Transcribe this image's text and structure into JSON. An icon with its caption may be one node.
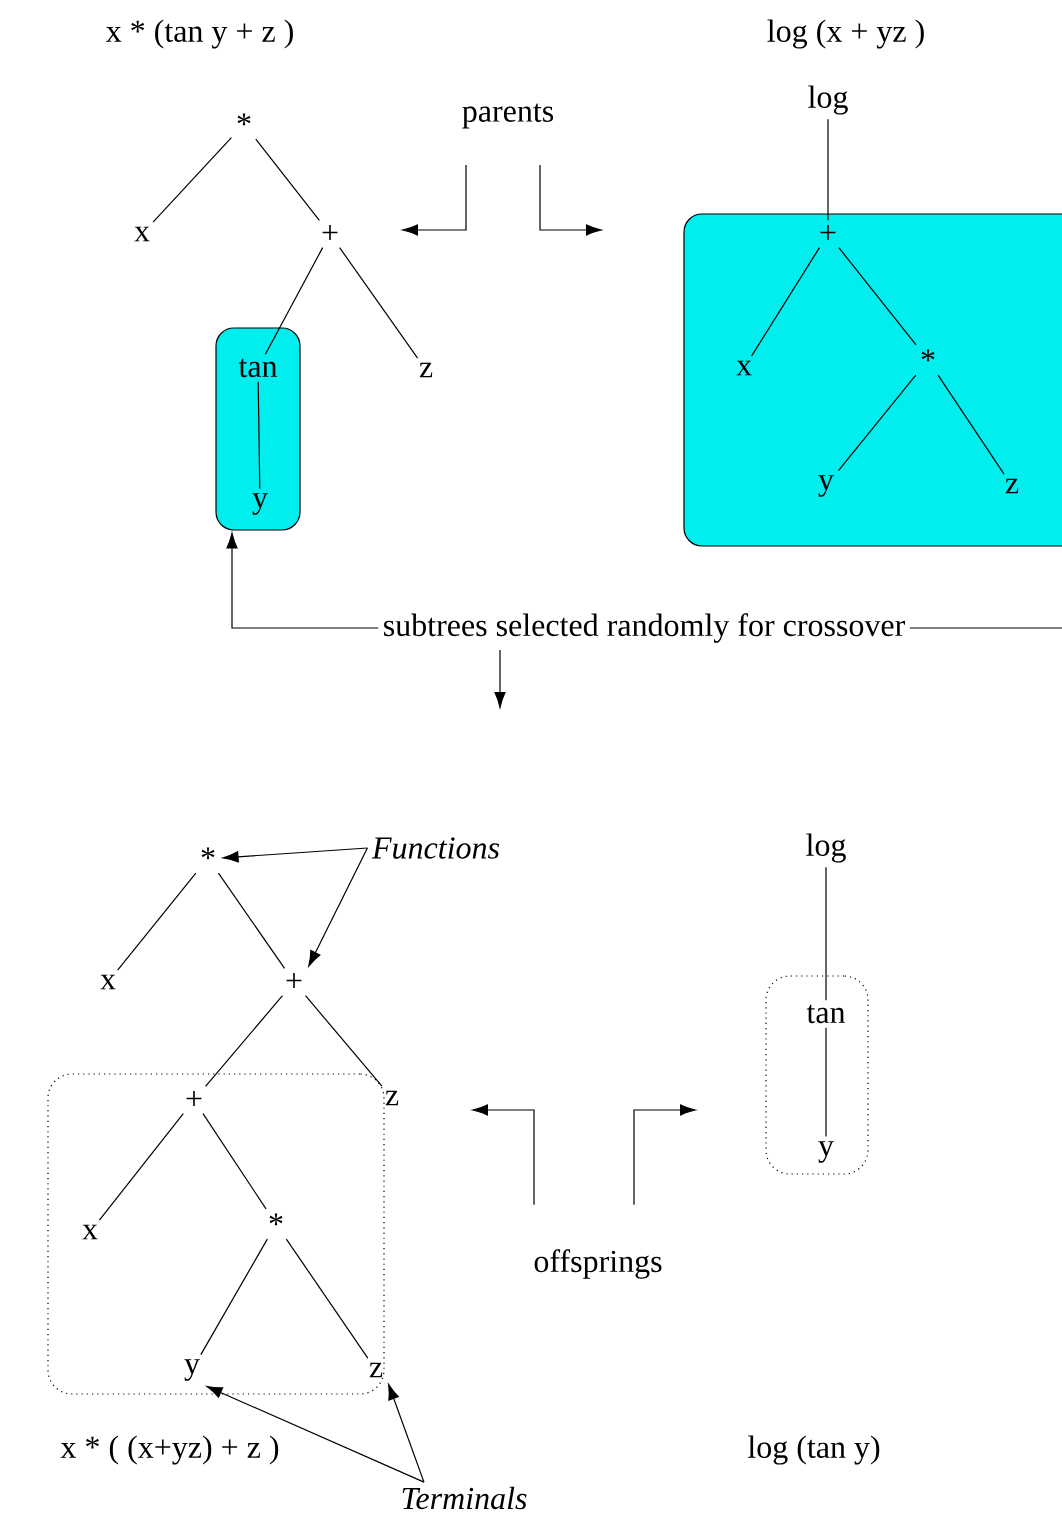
{
  "diagram": {
    "nodes": [
      {
        "text": [
          "*"
        ]
      },
      {
        "text": [
          "x"
        ]
      },
      {
        "text": [
          "+"
        ]
      },
      {
        "text": [],
        "shape": "box"
      },
      {
        "text": [
          "tan"
        ],
        "in": 3
      },
      {
        "text": [
          "y"
        ],
        "in": 3
      },
      {
        "text": [
          "z"
        ]
      },
      {
        "text": [
          "log"
        ]
      },
      {
        "text": [],
        "shape": "box"
      },
      {
        "text": [
          "+"
        ],
        "in": 8
      },
      {
        "text": [
          "x"
        ],
        "in": 8
      },
      {
        "text": [
          "*"
        ],
        "in": 8
      },
      {
        "text": [
          "y"
        ],
        "in": 8
      },
      {
        "text": [
          "z"
        ],
        "in": 8
      },
      {
        "text": [
          "parents"
        ]
      },
      {
        "text": [
          "subtrees selected randomly for crossover"
        ]
      },
      {
        "text": [
          "*"
        ]
      },
      {
        "text": [
          "x"
        ]
      },
      {
        "text": [
          "+"
        ]
      },
      {
        "text": [],
        "shape": "box"
      },
      {
        "text": [
          "+"
        ],
        "in": 19
      },
      {
        "text": [
          "z"
        ]
      },
      {
        "text": [
          "x"
        ],
        "in": 19
      },
      {
        "text": [
          "*"
        ],
        "in": 19
      },
      {
        "text": [
          "y"
        ],
        "in": 19
      },
      {
        "text": [
          "z"
        ],
        "in": 19
      },
      {
        "text": [
          "Functions"
        ]
      },
      {
        "text": [
          "Terminals"
        ]
      },
      {
        "text": [
          "log"
        ]
      },
      {
        "text": [],
        "shape": "box"
      },
      {
        "text": [
          "tan"
        ],
        "in": 29
      },
      {
        "text": [
          "y"
        ],
        "in": 29
      },
      {
        "text": [
          "offsprings"
        ]
      }
    ],
    "edges": [
      {
        "from": 0,
        "to": 1,
        "arrow": "none"
      },
      {
        "from": 0,
        "to": 2,
        "arrow": "none"
      },
      {
        "from": 2,
        "to": 4,
        "arrow": "none"
      },
      {
        "from": 2,
        "to": 6,
        "arrow": "none"
      },
      {
        "from": 4,
        "to": 5,
        "arrow": "none"
      },
      {
        "from": 7,
        "to": 9,
        "arrow": "none"
      },
      {
        "from": 9,
        "to": 10,
        "arrow": "none"
      },
      {
        "from": 9,
        "to": 11,
        "arrow": "none"
      },
      {
        "from": 11,
        "to": 12,
        "arrow": "none"
      },
      {
        "from": 11,
        "to": 13,
        "arrow": "none"
      },
      {
        "from": 16,
        "to": 17,
        "arrow": "none"
      },
      {
        "from": 16,
        "to": 18,
        "arrow": "none"
      },
      {
        "from": 18,
        "to": 20,
        "arrow": "none"
      },
      {
        "from": 18,
        "to": 21,
        "arrow": "none"
      },
      {
        "from": 20,
        "to": 22,
        "arrow": "none"
      },
      {
        "from": 20,
        "to": 23,
        "arrow": "none"
      },
      {
        "from": 23,
        "to": 24,
        "arrow": "none"
      },
      {
        "from": 23,
        "to": 25,
        "arrow": "none"
      },
      {
        "from": 28,
        "to": 30,
        "arrow": "none"
      },
      {
        "from": 30,
        "to": 31,
        "arrow": "none"
      },
      {
        "from": 14,
        "to": null,
        "arrow": "to"
      },
      {
        "from": 14,
        "to": null,
        "arrow": "to"
      },
      {
        "from": 15,
        "to": 3,
        "arrow": "to"
      },
      {
        "from": 15,
        "to": 8,
        "arrow": "none"
      },
      {
        "from": 26,
        "to": 16,
        "arrow": "to"
      },
      {
        "from": 26,
        "to": 18,
        "arrow": "to"
      },
      {
        "from": 27,
        "to": 24,
        "arrow": "to"
      },
      {
        "from": 27,
        "to": 25,
        "arrow": "to"
      },
      {
        "from": 32,
        "to": null,
        "arrow": "to"
      },
      {
        "from": 32,
        "to": null,
        "arrow": "to"
      }
    ],
    "labels": [
      "x * (tan y + z )",
      "log (x + yz )",
      "x * ( (x+yz) + z )",
      "log (tan y)"
    ]
  }
}
